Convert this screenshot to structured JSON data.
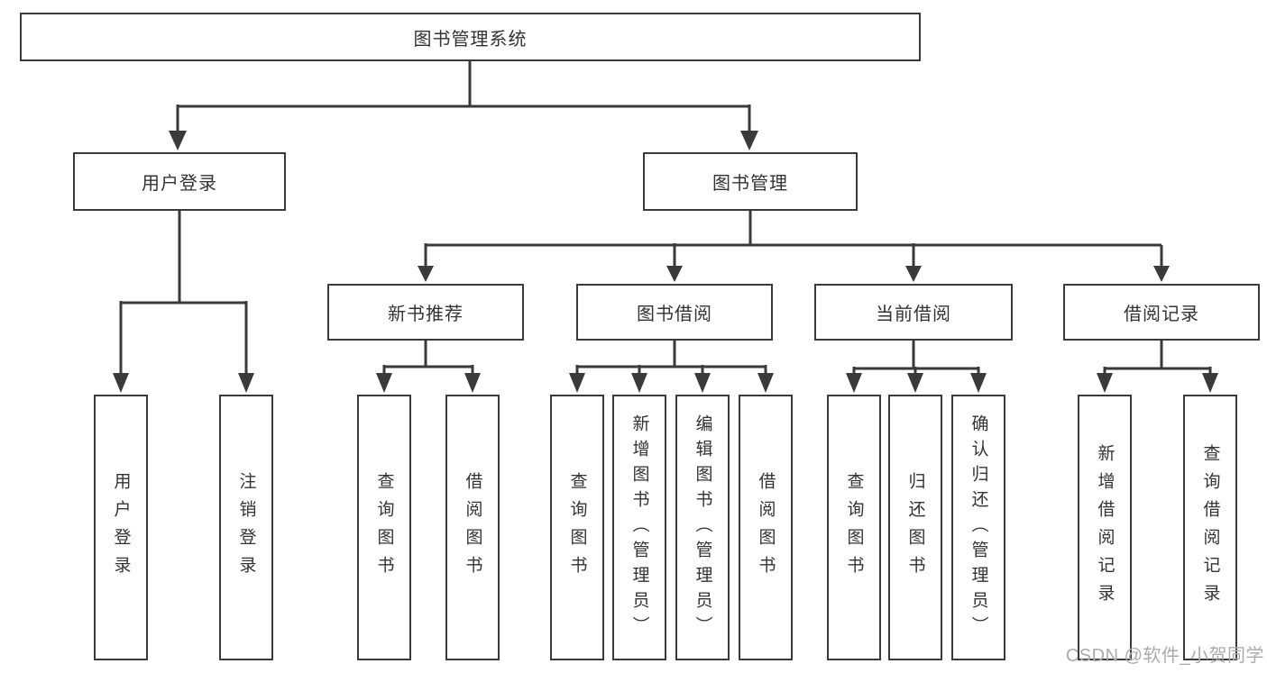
{
  "diagram": {
    "title": "图书管理系统",
    "type": "functional-structure-tree",
    "watermark": "CSDN @软件_小贺同学",
    "colors": {
      "line": "#3a3a3a",
      "box_border": "#3a3a3a",
      "box_fill": "#ffffff",
      "text": "#333333",
      "watermark": "#ababab",
      "background": "#ffffff"
    },
    "nodes": [
      {
        "id": "root",
        "level": 1,
        "label": "图书管理系统"
      },
      {
        "id": "user-login",
        "level": 2,
        "parent": "root",
        "label": "用户登录"
      },
      {
        "id": "book-management",
        "level": 2,
        "parent": "root",
        "label": "图书管理"
      },
      {
        "id": "new-book-recommendation",
        "level": 3,
        "parent": "book-management",
        "label": "新书推荐"
      },
      {
        "id": "book-borrowing",
        "level": 3,
        "parent": "book-management",
        "label": "图书借阅"
      },
      {
        "id": "current-borrowing",
        "level": 3,
        "parent": "book-management",
        "label": "当前借阅"
      },
      {
        "id": "borrowing-records",
        "level": 3,
        "parent": "book-management",
        "label": "借阅记录"
      },
      {
        "id": "leaf-user-login",
        "level": 4,
        "parent": "user-login",
        "label": "用户登录"
      },
      {
        "id": "leaf-logout",
        "level": 4,
        "parent": "user-login",
        "label": "注销登录"
      },
      {
        "id": "leaf-query-books-a",
        "level": 4,
        "parent": "new-book-recommendation",
        "label": "查询图书"
      },
      {
        "id": "leaf-borrow-books-a",
        "level": 4,
        "parent": "new-book-recommendation",
        "label": "借阅图书"
      },
      {
        "id": "leaf-query-books-b",
        "level": 4,
        "parent": "book-borrowing",
        "label": "查询图书"
      },
      {
        "id": "leaf-add-books",
        "level": 4,
        "parent": "book-borrowing",
        "label": "新增图书（管理员）"
      },
      {
        "id": "leaf-edit-books",
        "level": 4,
        "parent": "book-borrowing",
        "label": "编辑图书（管理员）"
      },
      {
        "id": "leaf-borrow-books-b",
        "level": 4,
        "parent": "book-borrowing",
        "label": "借阅图书"
      },
      {
        "id": "leaf-query-books-c",
        "level": 4,
        "parent": "current-borrowing",
        "label": "查询图书"
      },
      {
        "id": "leaf-return-books",
        "level": 4,
        "parent": "current-borrowing",
        "label": "归还图书"
      },
      {
        "id": "leaf-confirm-return",
        "level": 4,
        "parent": "current-borrowing",
        "label": "确认归还（管理员）"
      },
      {
        "id": "leaf-add-borrowing-record",
        "level": 4,
        "parent": "borrowing-records",
        "label": "新增借阅记录"
      },
      {
        "id": "leaf-query-borrowing-record",
        "level": 4,
        "parent": "borrowing-records",
        "label": "查询借阅记录"
      }
    ]
  }
}
